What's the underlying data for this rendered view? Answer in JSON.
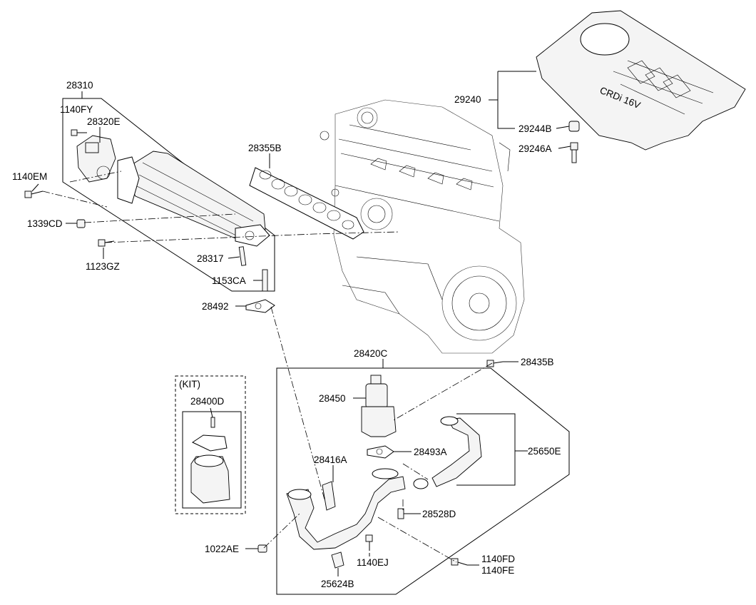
{
  "labels": {
    "p28310": "28310",
    "p1140FY": "1140FY",
    "p28320E": "28320E",
    "p1140EM": "1140EM",
    "p1339CD": "1339CD",
    "p1123GZ": "1123GZ",
    "p28317": "28317",
    "p1153CA": "1153CA",
    "p28492": "28492",
    "p28355B": "28355B",
    "p29240": "29240",
    "p29244B": "29244B",
    "p29246A": "29246A",
    "kit": "(KIT)",
    "p28400D": "28400D",
    "p28420C": "28420C",
    "p28435B": "28435B",
    "p28450": "28450",
    "p28493A": "28493A",
    "p25650E": "25650E",
    "p28416A": "28416A",
    "p28528D": "28528D",
    "p1022AE": "1022AE",
    "p1140EJ": "1140EJ",
    "p1140FD": "1140FD",
    "p1140FE": "1140FE",
    "p25624B": "25624B"
  }
}
